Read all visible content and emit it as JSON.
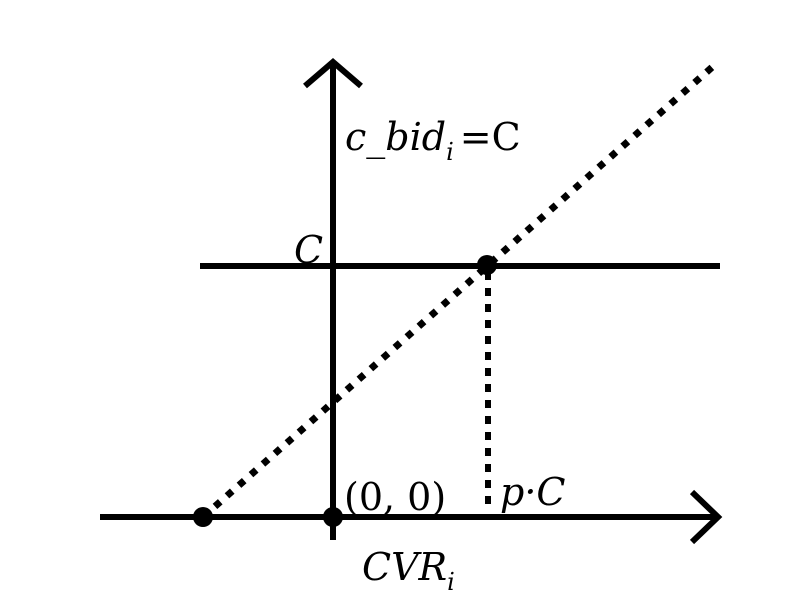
{
  "diagram": {
    "type": "bid-vs-cvr",
    "colors": {
      "stroke": "#000000",
      "background": "#ffffff"
    },
    "axes": {
      "x": {
        "label_main": "CVR",
        "label_sub": "i"
      },
      "y": {
        "label_main": "c_bid",
        "label_sub": "i",
        "label_suffix": "=C"
      }
    },
    "labels": {
      "c_level": "C",
      "origin": "(0, 0)",
      "p_times_c": "p·C"
    },
    "lines": [
      {
        "name": "horizontal-line-C",
        "style": "solid"
      },
      {
        "name": "diagonal-bid-line",
        "style": "dotted"
      },
      {
        "name": "vertical-drop-line",
        "style": "dotted"
      }
    ],
    "points": [
      {
        "name": "x-intercept-point"
      },
      {
        "name": "origin-point"
      },
      {
        "name": "intersection-point"
      }
    ]
  }
}
